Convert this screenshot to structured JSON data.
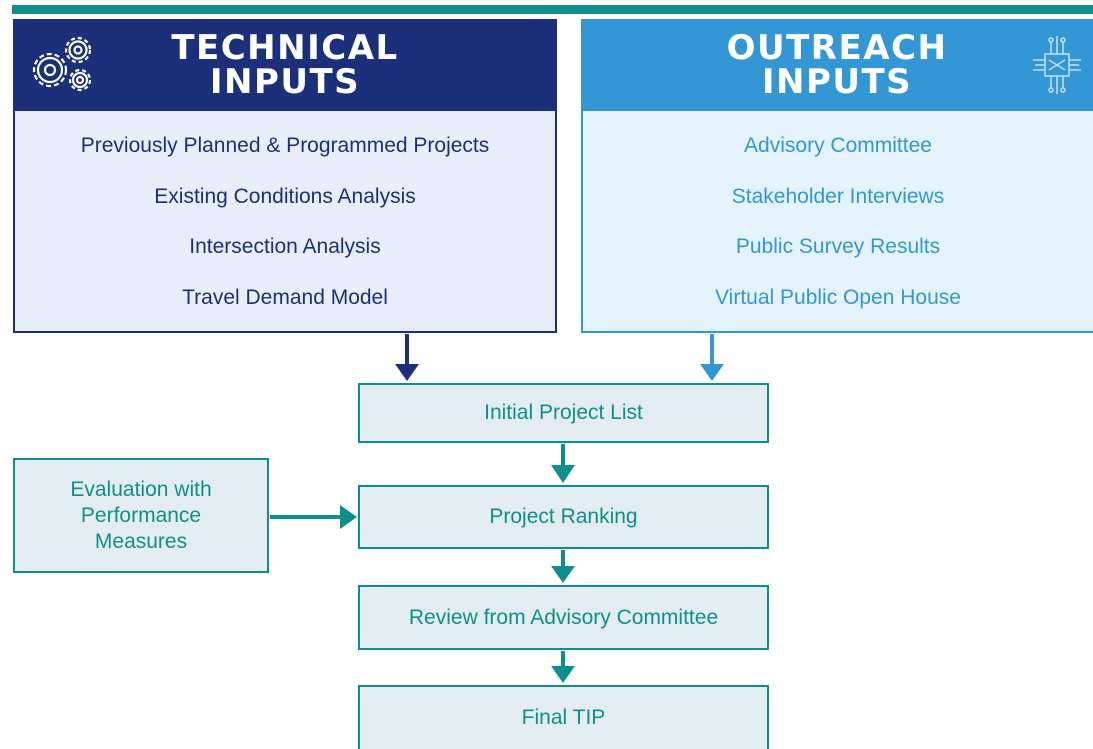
{
  "colors": {
    "technical": "#1b2f7a",
    "outreach": "#3497d5",
    "flow": "#0e8f8b"
  },
  "technical": {
    "title_line1": "TECHNICAL",
    "title_line2": "INPUTS",
    "icon": "gears-icon",
    "items": [
      "Previously Planned & Programmed Projects",
      "Existing Conditions Analysis",
      "Intersection Analysis",
      "Travel Demand Model"
    ]
  },
  "outreach": {
    "title_line1": "OUTREACH",
    "title_line2": "INPUTS",
    "icon": "network-icon",
    "items": [
      "Advisory Committee",
      "Stakeholder Interviews",
      "Public Survey Results",
      "Virtual Public Open House"
    ]
  },
  "flow": {
    "initial": "Initial Project List",
    "evaluation_line1": "Evaluation with",
    "evaluation_line2": "Performance",
    "evaluation_line3": "Measures",
    "ranking": "Project Ranking",
    "review": "Review from Advisory Committee",
    "final": "Final TIP"
  }
}
